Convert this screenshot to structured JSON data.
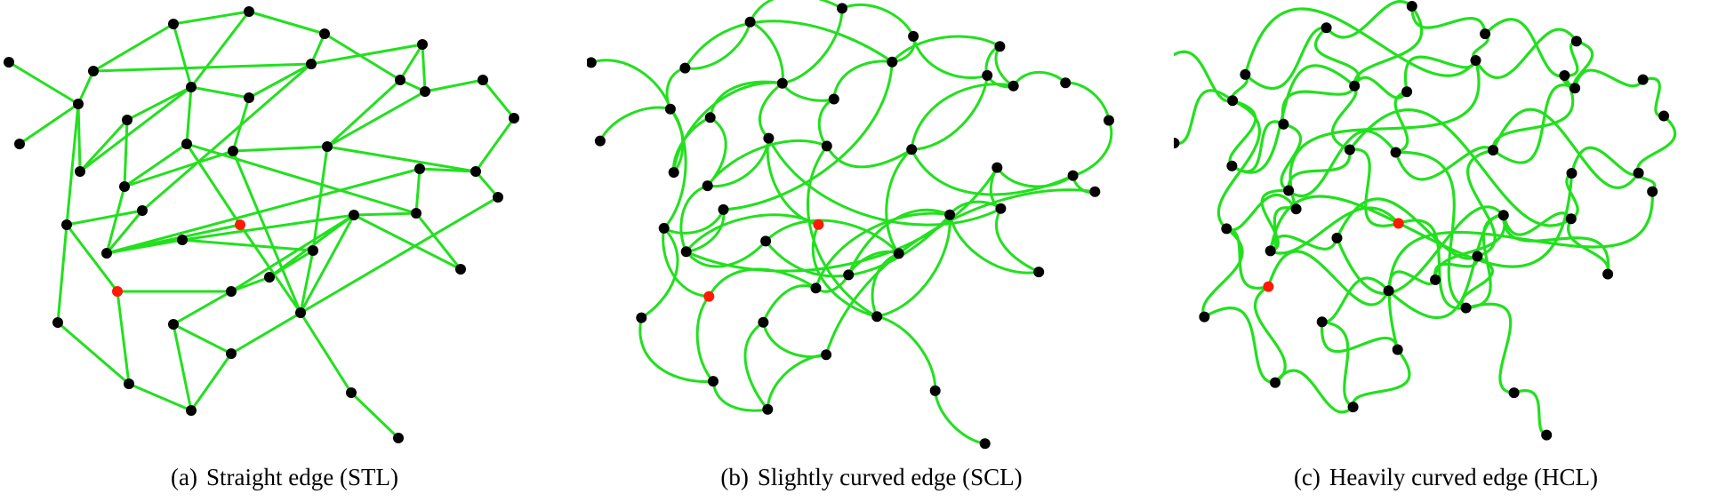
{
  "colors": {
    "edge": "#22e01e",
    "node": "#000000",
    "highlight_node": "#ff1a00",
    "background": "#ffffff"
  },
  "panels": [
    {
      "letter": "(a)",
      "caption": "Straight edge (STL)"
    },
    {
      "letter": "(b)",
      "caption": "Slightly curved edge (SCL)"
    },
    {
      "letter": "(c)",
      "caption": "Heavily curved edge (HCL)"
    }
  ]
}
